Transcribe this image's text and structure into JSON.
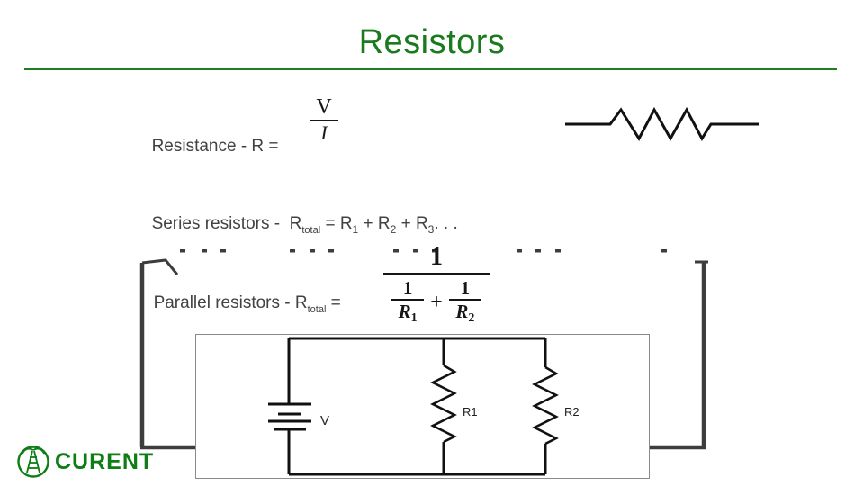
{
  "title": "Resistors",
  "colors": {
    "accent_green": "#1a7a1e",
    "logo_green": "#0d7d14",
    "body_text": "#424242",
    "math_ink": "#161616",
    "remnant_circuit_ink": "#3d3d3d",
    "figure_border": "#8a8a8a"
  },
  "resistance_line": {
    "label": "Resistance - R =",
    "numerator": "V",
    "denominator": "I"
  },
  "series_line": {
    "prefix": "Series resistors -  R",
    "sub_total": "total",
    "eq": " = R",
    "sub_1": "1",
    "plus_a": " + R",
    "sub_2": "2",
    "plus_b": " + R",
    "sub_3": "3",
    "dots": ". . ."
  },
  "parallel_line": {
    "prefix": "Parallel resistors - R",
    "sub_total": "total",
    "eq": " =",
    "fraction": {
      "numerator": "1",
      "den_f1_num": "1",
      "den_f1_den": "R",
      "den_f1_sub": "1",
      "plus": "+",
      "den_f2_num": "1",
      "den_f2_den": "R",
      "den_f2_sub": "2"
    }
  },
  "parallel_circuit": {
    "battery_label": "V",
    "resistor1_label": "R1",
    "resistor2_label": "R2"
  },
  "icons": {
    "resistor_symbol": "resistor-zigzag-icon",
    "series_remnant": "series-circuit-remnant",
    "parallel_diagram": "parallel-circuit-diagram",
    "logo_mark": "transmission-tower-icon"
  },
  "logo": {
    "text": "CURENT"
  }
}
